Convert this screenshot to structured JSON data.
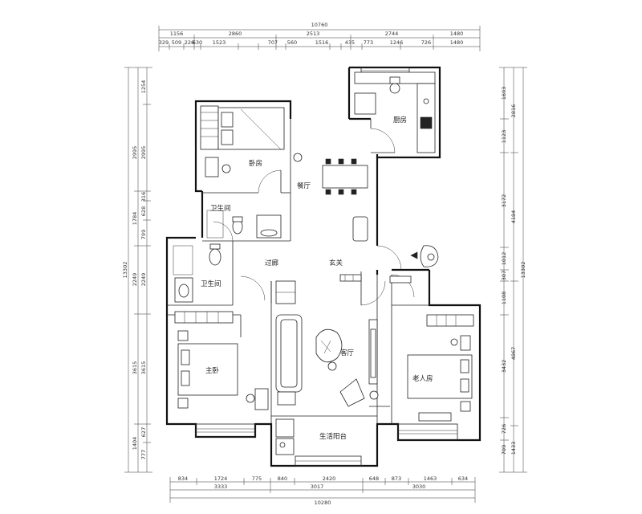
{
  "dimensions": {
    "top_total": "10760",
    "top_row1": [
      "1156",
      "2860",
      "2513",
      "2744",
      "1480"
    ],
    "top_row2": [
      "329",
      "509",
      "226",
      "630",
      "1523",
      "707",
      "560",
      "1516",
      "435",
      "773",
      "1246",
      "726",
      "1480"
    ],
    "bottom_row1": [
      "834",
      "1724",
      "775",
      "840",
      "2420",
      "648",
      "873",
      "1463",
      "634"
    ],
    "bottom_row2": [
      "3333",
      "3017",
      "3030"
    ],
    "bottom_total": "10280",
    "left_total": "13302",
    "left_row1": [
      "2995",
      "1784",
      "2249",
      "3615",
      "1404"
    ],
    "left_row2": [
      "1254",
      "2995",
      "316",
      "628",
      "799",
      "2249",
      "3615",
      "627",
      "777"
    ],
    "right_total": "13302",
    "right_row1": [
      "2816",
      "4184",
      "4867",
      "1433"
    ],
    "right_row2": [
      "1693",
      "1123",
      "3172",
      "1012",
      "307",
      "1108",
      "3432",
      "726",
      "709"
    ]
  },
  "rooms": {
    "kitchen": "厨房",
    "bedroom_top": "卧房",
    "dining": "餐厅",
    "bath_upper": "卫生间",
    "bath_lower": "卫生间",
    "corridor": "过廊",
    "entrance": "玄关",
    "living": "客厅",
    "master_bedroom": "主卧",
    "elder_room": "老人房",
    "balcony": "生活阳台"
  }
}
